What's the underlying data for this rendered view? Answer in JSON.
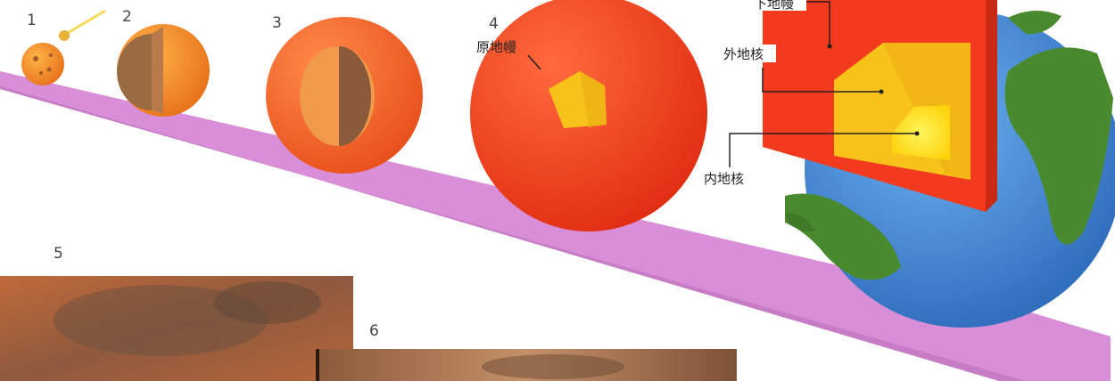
{
  "stages": [
    {
      "number": "1"
    },
    {
      "number": "2"
    },
    {
      "number": "3"
    },
    {
      "number": "4",
      "label": "原地幔"
    },
    {
      "number": "5"
    },
    {
      "number": "6"
    }
  ],
  "earth_labels": {
    "lower_mantle": "下地幔",
    "outer_core": "外地核",
    "inner_core": "内地核"
  },
  "colors": {
    "ramp": "#d98fd8",
    "mantle": "#f23a1e",
    "outer_core": "#f7c21a",
    "inner_core": "#ffee10",
    "ocean": "#3f86d8",
    "land": "#4a8a2e",
    "rock": "#9a6a42"
  }
}
